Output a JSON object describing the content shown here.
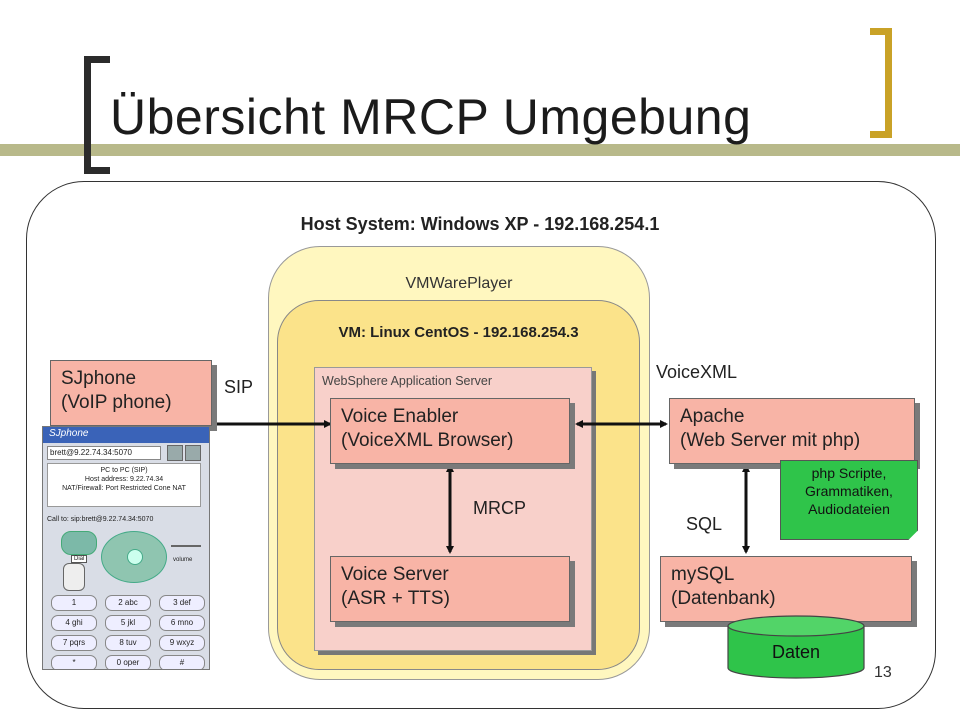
{
  "slide": {
    "title": "Übersicht MRCP Umgebung",
    "page_number": "13"
  },
  "containers": {
    "host": "Host System: Windows XP - 192.168.254.1",
    "vmwareplayer": "VMWarePlayer",
    "vm": "VM: Linux CentOS - 192.168.254.3",
    "websphere": "WebSphere Application Server"
  },
  "boxes": {
    "sjphone": [
      "SJphone",
      "(VoIP phone)"
    ],
    "voice_enabler": [
      "Voice Enabler",
      "(VoiceXML Browser)"
    ],
    "voice_server": [
      "Voice Server",
      "(ASR + TTS)"
    ],
    "apache": [
      "Apache",
      "(Web Server mit php)"
    ],
    "mysql": [
      "mySQL",
      "(Datenbank)"
    ]
  },
  "connections": {
    "sip": "SIP",
    "voicexml": "VoiceXML",
    "mrcp": "MRCP",
    "sql": "SQL"
  },
  "note": [
    "php Scripte,",
    "Grammatiken,",
    "Audiodateien"
  ],
  "database": "Daten",
  "phone_screenshot": {
    "app_name": "SJphone",
    "address": "brett@9.22.74.34:5070",
    "status_lines": [
      "PC to PC (SIP)",
      "Host address: 9.22.74.34",
      "NAT/Firewall: Port Restricted Cone NAT"
    ],
    "call_to": "Call to: sip:brett@9.22.74.34:5070",
    "dial_label": "Dial",
    "volume_label": "volume",
    "keypad": [
      [
        "1",
        "2 abc",
        "3 def"
      ],
      [
        "4 ghi",
        "5 jkl",
        "6 mno"
      ],
      [
        "7 pqrs",
        "8 tuv",
        "9 wxyz"
      ],
      [
        "*",
        "0 oper",
        "#"
      ]
    ]
  },
  "colors": {
    "box_fill": "#f8b4a6",
    "vmwareplayer_fill": "#fff7bf",
    "vm_fill": "#fbe38a",
    "websphere_fill": "#f8d0ca",
    "note_fill": "#2fc44a",
    "database_fill": "#2fc44a",
    "accent_gold": "#c9a227"
  }
}
